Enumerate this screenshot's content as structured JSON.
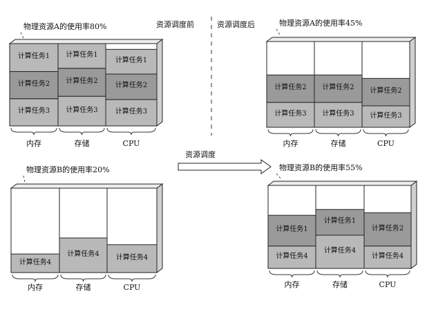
{
  "captions": {
    "before": "资源调度前",
    "after": "资源调度后",
    "arrow": "资源调度"
  },
  "columns": [
    "内存",
    "存储",
    "CPU"
  ],
  "panels": {
    "a_before": {
      "utilization": "物理资源A的使用率80%",
      "cols": [
        [
          {
            "label": "计算任务1",
            "level": 0.34
          },
          {
            "label": "计算任务2",
            "level": 0.33
          },
          {
            "label": "计算任务3",
            "level": 0.33
          }
        ],
        [
          {
            "label": "计算任务1",
            "level": 0.3
          },
          {
            "label": "计算任务2",
            "level": 0.34
          },
          {
            "label": "计算任务3",
            "level": 0.36
          }
        ],
        [
          {
            "label": "计算任务1",
            "level": 0.3
          },
          {
            "label": "计算任务2",
            "level": 0.31
          },
          {
            "label": "计算任务3",
            "level": 0.32
          }
        ]
      ]
    },
    "a_after": {
      "utilization": "物理资源A的使用率45%",
      "cols": [
        [
          {
            "label": "计算任务2",
            "level": 0.32
          },
          {
            "label": "计算任务3",
            "level": 0.29
          }
        ],
        [
          {
            "label": "计算任务2",
            "level": 0.32
          },
          {
            "label": "计算任务3",
            "level": 0.29
          }
        ],
        [
          {
            "label": "计算任务2",
            "level": 0.32
          },
          {
            "label": "计算任务3",
            "level": 0.25
          }
        ]
      ]
    },
    "b_before": {
      "utilization": "物理资源B的使用率20%",
      "cols": [
        [
          {
            "label": "计算任务4",
            "level": 0.22
          }
        ],
        [
          {
            "label": "计算任务4",
            "level": 0.41
          }
        ],
        [
          {
            "label": "计算任务4",
            "level": 0.33
          }
        ]
      ]
    },
    "b_after": {
      "utilization": "物理资源B的使用率55%",
      "cols": [
        [
          {
            "label": "计算任务1",
            "level": 0.37
          },
          {
            "label": "计算任务4",
            "level": 0.27
          }
        ],
        [
          {
            "label": "计算任务1",
            "level": 0.31
          },
          {
            "label": "计算任务4",
            "level": 0.4
          }
        ],
        [
          {
            "label": "计算任务2",
            "level": 0.4
          },
          {
            "label": "计算任务4",
            "level": 0.27
          }
        ]
      ]
    }
  },
  "colors": {
    "fill": "#b9b9b9",
    "dark": "#9a9a9a",
    "line": "#222222",
    "side": "#ededed"
  }
}
